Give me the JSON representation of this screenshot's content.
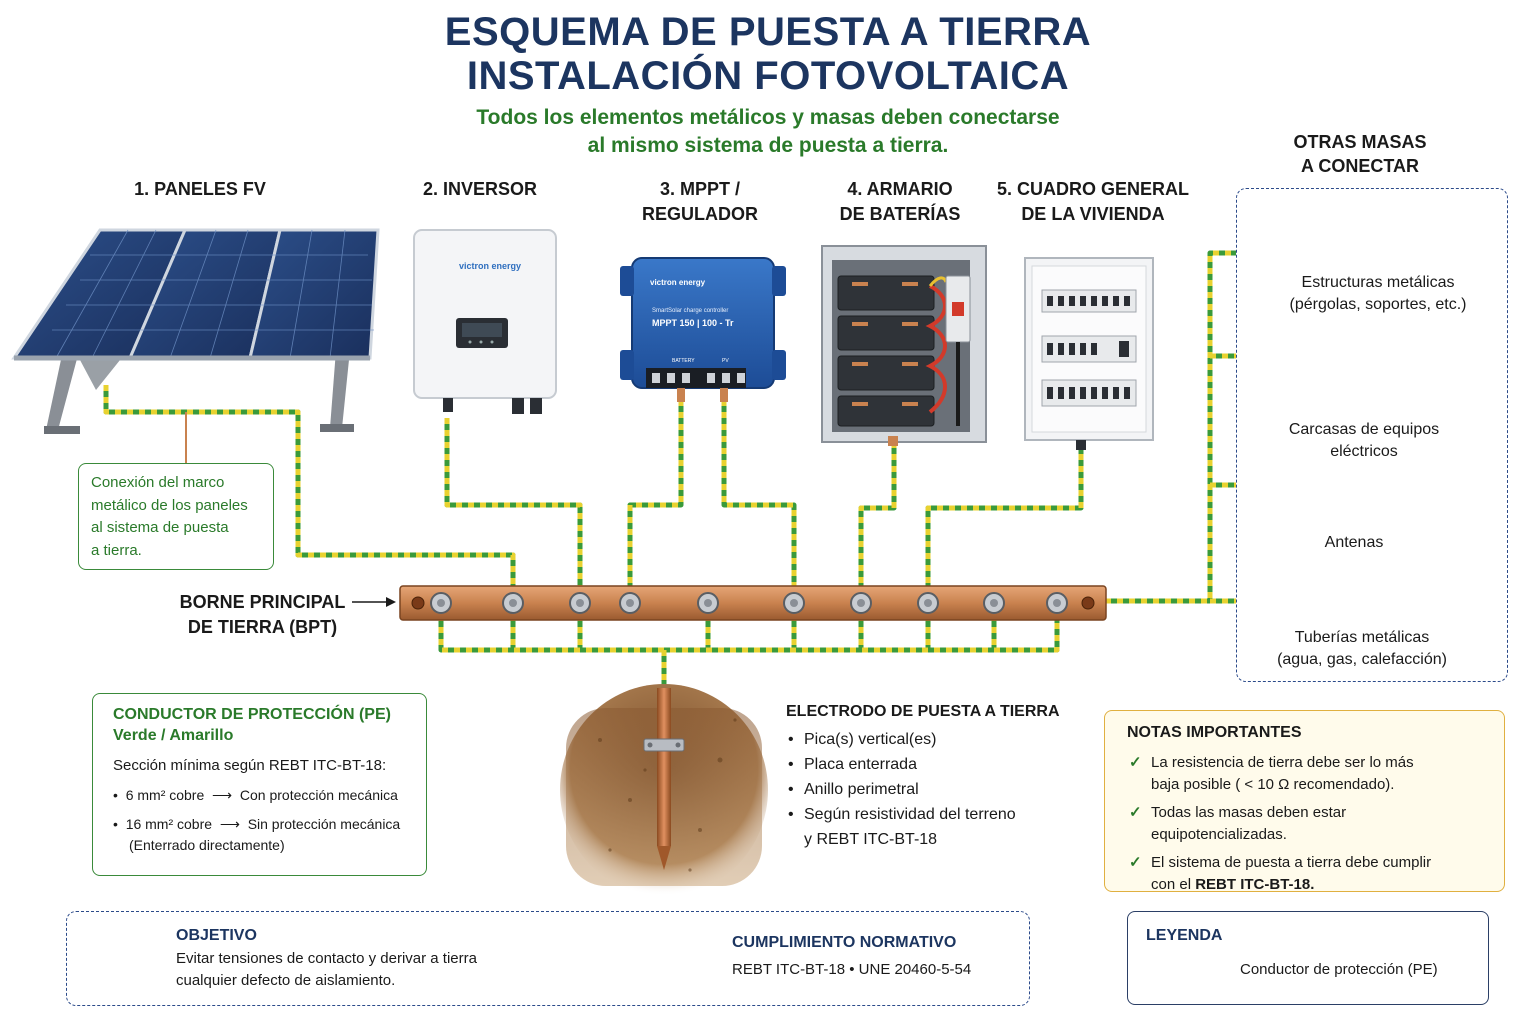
{
  "header": {
    "title_line1": "ESQUEMA DE PUESTA A TIERRA",
    "title_line2": "INSTALACIÓN FOTOVOLTAICA",
    "subtitle_line1": "Todos los elementos metálicos y masas deben conectarse",
    "subtitle_line2": "al mismo sistema de puesta a tierra."
  },
  "components": {
    "panels": {
      "label": "1. PANELES FV"
    },
    "inverter": {
      "label": "2. INVERSOR",
      "brand": "victron energy"
    },
    "mppt": {
      "label_line1": "3. MPPT /",
      "label_line2": "REGULADOR",
      "brand": "victron energy",
      "model_line1": "SmartSolar charge controller",
      "model_line2": "MPPT 150 | 100 - Tr",
      "port_left": "BATTERY",
      "port_right": "PV"
    },
    "battery_cabinet": {
      "label_line1": "4. ARMARIO",
      "label_line2": "DE BATERÍAS"
    },
    "main_panel": {
      "label_line1": "5. CUADRO GENERAL",
      "label_line2": "DE LA VIVIENDA"
    }
  },
  "panel_note": {
    "line1": "Conexión del marco",
    "line2": "metálico de los paneles",
    "line3": "al sistema de puesta",
    "line4": "a tierra."
  },
  "bpt": {
    "line1": "BORNE PRINCIPAL",
    "line2": "DE TIERRA (BPT)"
  },
  "other_masses": {
    "title_line1": "OTRAS MASAS",
    "title_line2": "A CONECTAR",
    "items": [
      {
        "line1": "Estructuras metálicas",
        "line2": "(pérgolas, soportes, etc.)",
        "icon": "metal-structure-icon"
      },
      {
        "line1": "Carcasas de equipos",
        "line2": "eléctricos",
        "icon": "washing-machine-icon"
      },
      {
        "line1": "Antenas",
        "line2": "",
        "icon": "antenna-icon"
      },
      {
        "line1": "Tuberías metálicas",
        "line2": "(agua, gas, calefacción)",
        "icon": "pipes-icon"
      }
    ]
  },
  "pe_conductor": {
    "title": "CONDUCTOR DE PROTECCIÓN (PE)",
    "subtitle": "Verde / Amarillo",
    "section_text": "Sección mínima según REBT ITC-BT-18:",
    "items": [
      {
        "size": "6 mm² cobre",
        "arrow": "⟶",
        "desc": "Con protección mecánica",
        "note": ""
      },
      {
        "size": "16 mm² cobre",
        "arrow": "⟶",
        "desc": "Sin protección mecánica",
        "note": "(Enterrado directamente)"
      }
    ]
  },
  "electrode": {
    "title": "ELECTRODO DE PUESTA A TIERRA",
    "items": [
      "Pica(s) vertical(es)",
      "Placa enterrada",
      "Anillo perimetral"
    ],
    "last_line1": "Según resistividad del terreno",
    "last_line2": "y REBT ITC-BT-18"
  },
  "notes": {
    "title": "NOTAS IMPORTANTES",
    "item1_line1": "La resistencia de tierra debe ser lo más",
    "item1_line2": "baja posible  ( < 10 Ω recomendado).",
    "item2": "Todas las masas deben estar equipotencializadas.",
    "item3_line1": "El sistema de puesta a tierra debe cumplir",
    "item3_line2_prefix": "con el ",
    "item3_line2_bold": "REBT ITC-BT-18."
  },
  "objective": {
    "title": "OBJETIVO",
    "line1": "Evitar tensiones de contacto y derivar a tierra",
    "line2": "cualquier defecto de aislamiento.",
    "icon": "ground-symbol-icon"
  },
  "compliance": {
    "title": "CUMPLIMIENTO NORMATIVO",
    "text": "REBT ITC-BT-18  •  UNE 20460-5-54",
    "icon": "high-voltage-warning-icon"
  },
  "legend": {
    "title": "LEYENDA",
    "item": "Conductor de protección (PE)"
  },
  "colors": {
    "navy": "#1c3560",
    "green": "#2a7a2a",
    "pe_green": "#3a9a3a",
    "pe_yellow": "#e8d230",
    "copper": "#c9824f",
    "notes_border": "#e0b040",
    "notes_bg": "#fffbeb"
  }
}
